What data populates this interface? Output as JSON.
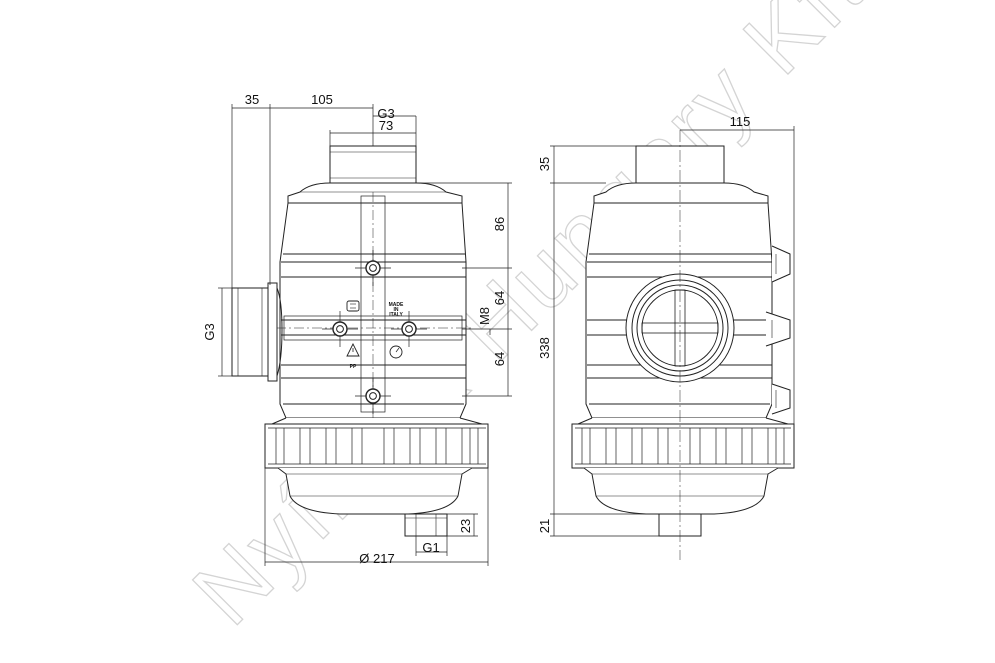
{
  "watermark": "Nyírflex Hungary Kft",
  "front_view": {
    "dimensions": {
      "offset_left": "35",
      "offset_center": "105",
      "port_top_thread": "G3",
      "port_top_width": "73",
      "side_port_thread": "G3",
      "height_upper": "86",
      "bolt_thread": "M8",
      "bolt_spacing_upper": "64",
      "bolt_spacing_lower": "64",
      "diameter": "Ø 217",
      "drain_thread": "G1",
      "drain_height": "23"
    },
    "labels": {
      "made_in_italy": [
        "MADE",
        "IN",
        "ITALY"
      ],
      "pp_mark": "PP"
    }
  },
  "side_view": {
    "dimensions": {
      "half_width": "115",
      "top_height": "35",
      "total_height": "338",
      "bottom_height": "21"
    }
  }
}
